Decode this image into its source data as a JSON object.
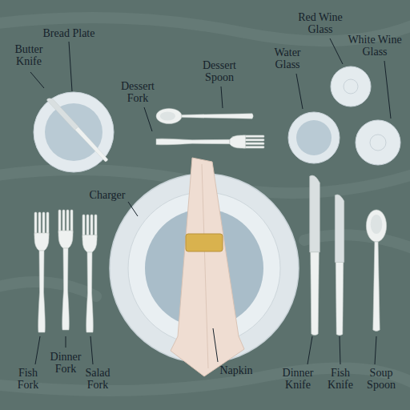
{
  "diagram": {
    "labels": [
      "Butter Knife",
      "Bread Plate",
      "Dessert Fork",
      "Dessert Spoon",
      "Water Glass",
      "Red Wine Glass",
      "White Wine Glass",
      "Charger",
      "Napkin",
      "Fish Fork",
      "Dinner Fork",
      "Salad Fork",
      "Dinner Knife",
      "Fish Knife",
      "Soup Spoon"
    ]
  }
}
